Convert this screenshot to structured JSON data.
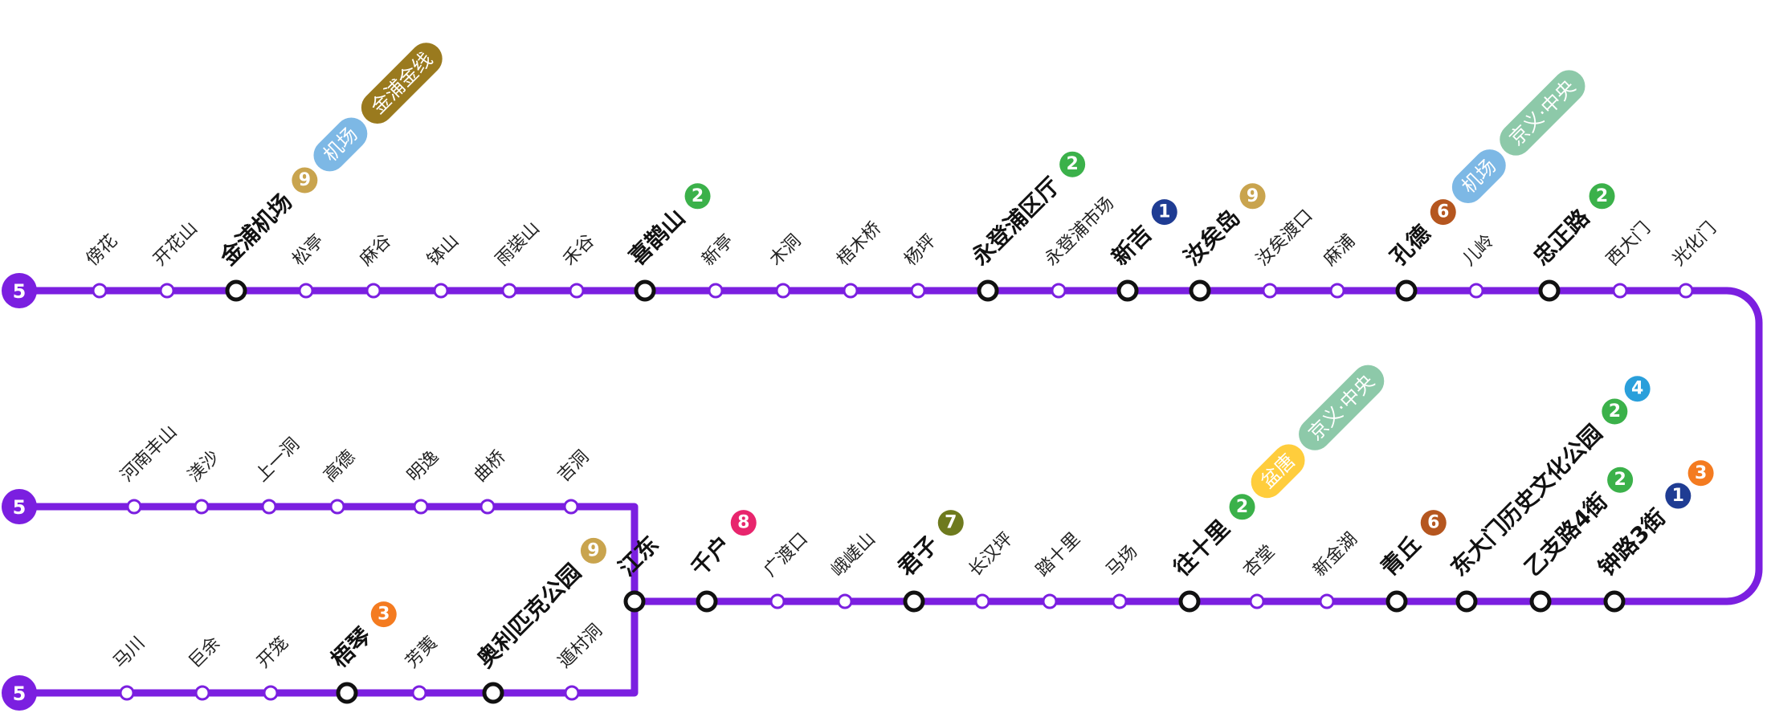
{
  "line": {
    "number": "5",
    "color": "#7B1FE0"
  },
  "colors": {
    "1": "#1F3C93",
    "2": "#3BB14A",
    "3": "#F47B20",
    "4": "#2A9FDB",
    "6": "#B5561F",
    "7": "#6E7A1E",
    "8": "#E8256D",
    "9": "#C9A44E",
    "airport": "#7DB8E5",
    "gimpo_gold": "#9A7A1E",
    "gyeongui": "#8DC9A9",
    "ui_sinseol": "#FFCD3C"
  },
  "stations": [
    {
      "name": "傍花",
      "transfer": false,
      "badges": []
    },
    {
      "name": "开花山",
      "transfer": false,
      "badges": []
    },
    {
      "name": "金浦机场",
      "transfer": true,
      "badges": [
        {
          "c": "9",
          "t": "9"
        },
        {
          "c": "airport",
          "t": "机场"
        },
        {
          "c": "gimpo_gold",
          "t": "金浦金线"
        }
      ]
    },
    {
      "name": "松亭",
      "transfer": false,
      "badges": []
    },
    {
      "name": "麻谷",
      "transfer": false,
      "badges": []
    },
    {
      "name": "钵山",
      "transfer": false,
      "badges": []
    },
    {
      "name": "雨装山",
      "transfer": false,
      "badges": []
    },
    {
      "name": "禾谷",
      "transfer": false,
      "badges": []
    },
    {
      "name": "喜鹊山",
      "transfer": true,
      "badges": [
        {
          "c": "2",
          "t": "2"
        }
      ]
    },
    {
      "name": "新亭",
      "transfer": false,
      "badges": []
    },
    {
      "name": "木洞",
      "transfer": false,
      "badges": []
    },
    {
      "name": "梧木桥",
      "transfer": false,
      "badges": []
    },
    {
      "name": "杨坪",
      "transfer": false,
      "badges": []
    },
    {
      "name": "永登浦区厅",
      "transfer": true,
      "badges": [
        {
          "c": "2",
          "t": "2"
        }
      ]
    },
    {
      "name": "永登浦市场",
      "transfer": false,
      "badges": []
    },
    {
      "name": "新吉",
      "transfer": true,
      "badges": [
        {
          "c": "1",
          "t": "1"
        }
      ]
    },
    {
      "name": "汝矣岛",
      "transfer": true,
      "badges": [
        {
          "c": "9",
          "t": "9"
        }
      ]
    },
    {
      "name": "汝矣渡口",
      "transfer": false,
      "badges": []
    },
    {
      "name": "麻浦",
      "transfer": false,
      "badges": []
    },
    {
      "name": "孔德",
      "transfer": true,
      "badges": [
        {
          "c": "6",
          "t": "6"
        },
        {
          "c": "airport",
          "t": "机场"
        },
        {
          "c": "gyeongui",
          "t": "京义·中央"
        }
      ]
    },
    {
      "name": "儿岭",
      "transfer": false,
      "badges": []
    },
    {
      "name": "忠正路",
      "transfer": true,
      "badges": [
        {
          "c": "2",
          "t": "2"
        }
      ]
    },
    {
      "name": "西大门",
      "transfer": false,
      "badges": []
    },
    {
      "name": "光化门",
      "transfer": false,
      "badges": []
    },
    {
      "name": "钟路3街",
      "transfer": true,
      "badges": [
        {
          "c": "1",
          "t": "1"
        },
        {
          "c": "3",
          "t": "3"
        }
      ]
    },
    {
      "name": "乙支路4街",
      "transfer": true,
      "badges": [
        {
          "c": "2",
          "t": "2"
        }
      ]
    },
    {
      "name": "东大门历史文化公园",
      "transfer": true,
      "badges": [
        {
          "c": "2",
          "t": "2"
        },
        {
          "c": "4",
          "t": "4"
        }
      ]
    },
    {
      "name": "青丘",
      "transfer": true,
      "badges": [
        {
          "c": "6",
          "t": "6"
        }
      ]
    },
    {
      "name": "新金湖",
      "transfer": false,
      "badges": []
    },
    {
      "name": "杏堂",
      "transfer": false,
      "badges": []
    },
    {
      "name": "往十里",
      "transfer": true,
      "badges": [
        {
          "c": "2",
          "t": "2"
        },
        {
          "c": "ui_sinseol",
          "t": "盆唐"
        },
        {
          "c": "gyeongui",
          "t": "京义·中央"
        }
      ]
    },
    {
      "name": "马场",
      "transfer": false,
      "badges": []
    },
    {
      "name": "踏十里",
      "transfer": false,
      "badges": []
    },
    {
      "name": "长汉坪",
      "transfer": false,
      "badges": []
    },
    {
      "name": "君子",
      "transfer": true,
      "badges": [
        {
          "c": "7",
          "t": "7"
        }
      ]
    },
    {
      "name": "峨嵯山",
      "transfer": false,
      "badges": []
    },
    {
      "name": "广渡口",
      "transfer": false,
      "badges": []
    },
    {
      "name": "千户",
      "transfer": true,
      "badges": [
        {
          "c": "8",
          "t": "8"
        }
      ]
    },
    {
      "name": "江东",
      "transfer": true,
      "badges": []
    },
    {
      "name": "吉洞",
      "transfer": false,
      "badges": []
    },
    {
      "name": "曲桥",
      "transfer": false,
      "badges": []
    },
    {
      "name": "明逸",
      "transfer": false,
      "badges": []
    },
    {
      "name": "高德",
      "transfer": false,
      "badges": []
    },
    {
      "name": "上一洞",
      "transfer": false,
      "badges": []
    },
    {
      "name": "渼沙",
      "transfer": false,
      "badges": []
    },
    {
      "name": "河南丰山",
      "transfer": false,
      "badges": []
    },
    {
      "name": "遁村洞",
      "transfer": false,
      "badges": []
    },
    {
      "name": "奥利匹克公园",
      "transfer": true,
      "badges": [
        {
          "c": "9",
          "t": "9"
        }
      ]
    },
    {
      "name": "芳荑",
      "transfer": false,
      "badges": []
    },
    {
      "name": "梧琴",
      "transfer": true,
      "badges": [
        {
          "c": "3",
          "t": "3"
        }
      ]
    },
    {
      "name": "开笼",
      "transfer": false,
      "badges": []
    },
    {
      "name": "巨余",
      "transfer": false,
      "badges": []
    },
    {
      "name": "马川",
      "transfer": false,
      "badges": []
    }
  ]
}
